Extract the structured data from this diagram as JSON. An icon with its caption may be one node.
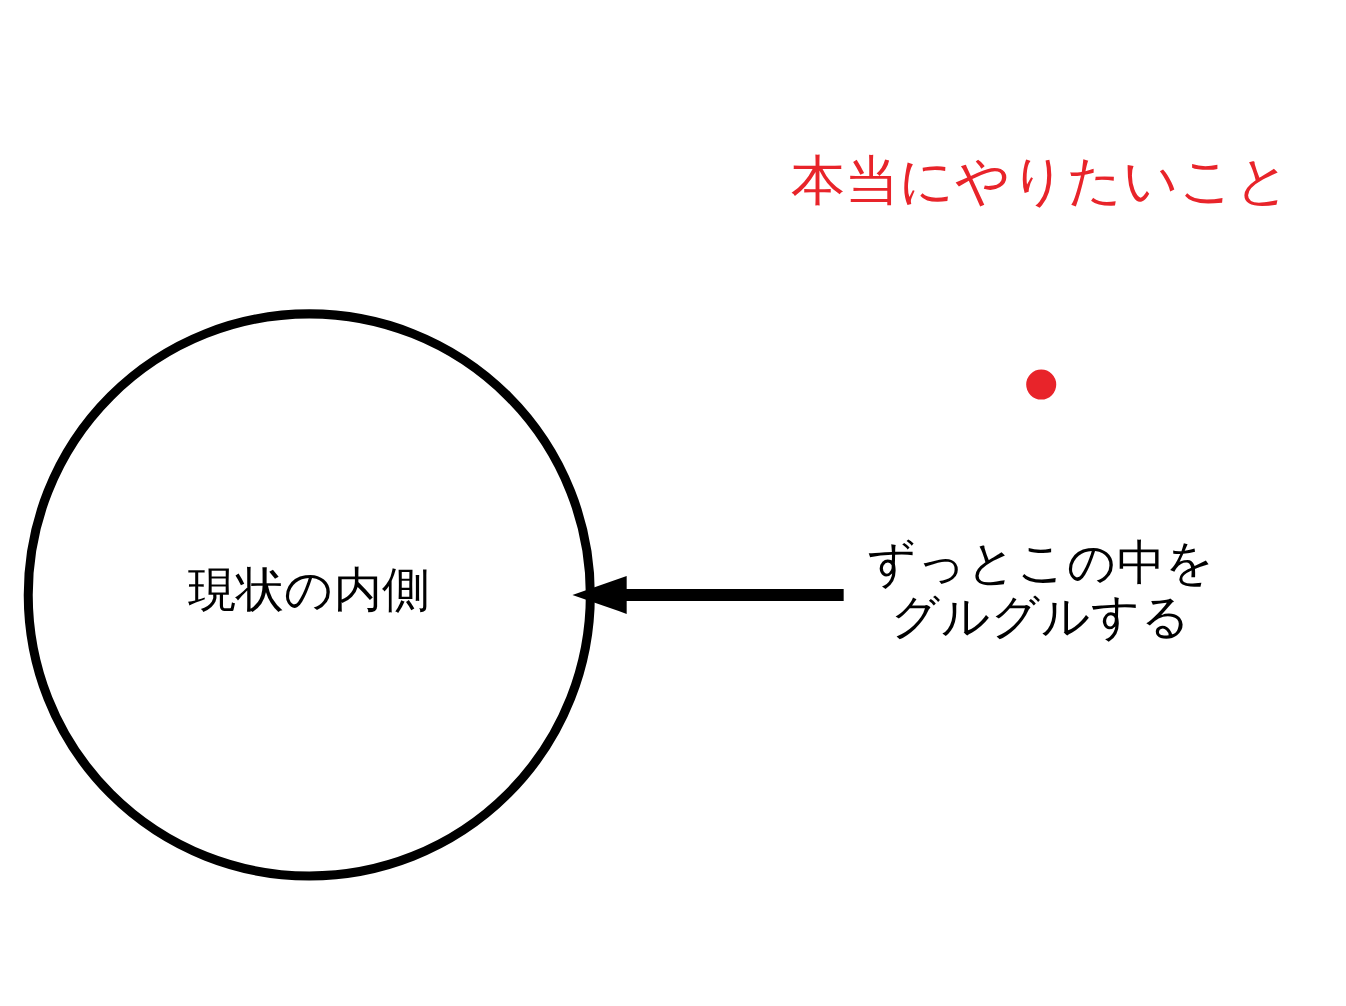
{
  "diagram": {
    "nodes": [
      {
        "text": [],
        "shape": "circle",
        "beside": [
          "本当にやりたいこと"
        ]
      },
      {
        "text": [
          "現状の内側"
        ]
      },
      {
        "text": [
          "ずっとこの中をグルグルする"
        ]
      }
    ],
    "edges": [
      {
        "from": 2,
        "to": 1,
        "arrow": "to"
      }
    ]
  }
}
